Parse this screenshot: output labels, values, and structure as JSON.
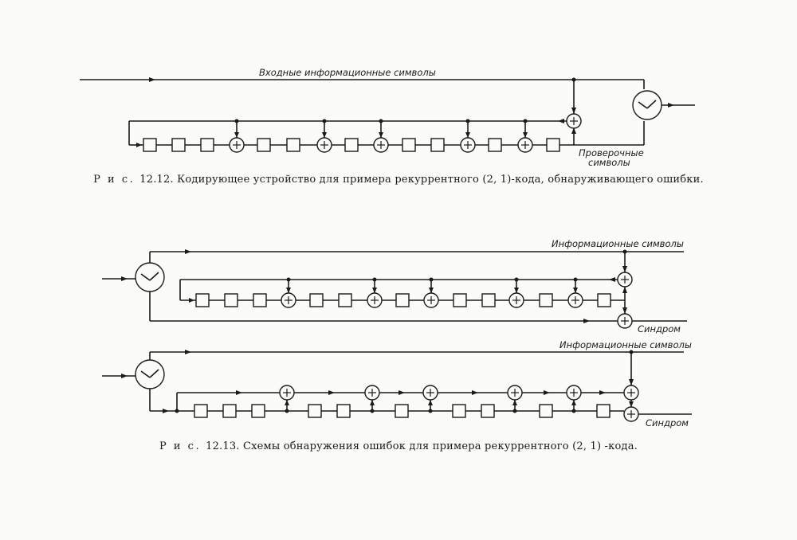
{
  "fig1": {
    "label_input": "Входные информационные символы",
    "label_check_1": "Проверочные",
    "label_check_2": "символы",
    "caption_lead": "Р и с.",
    "caption_text": "12.12. Кодирующее устройство для примера рекуррентного (2, 1)-кода, обнаруживающего ошибки."
  },
  "fig2": {
    "label_info_top": "Информационные символы",
    "label_syndrome_top": "Синдром",
    "label_info_bottom": "Информационные символы",
    "label_syndrome_bottom": "Синдром",
    "caption_lead": "Р и с.",
    "caption_text": "12.13. Схемы обнаружения ошибок для примера рекуррентного (2, 1) -кода."
  },
  "symbols": {
    "adder": "+"
  }
}
